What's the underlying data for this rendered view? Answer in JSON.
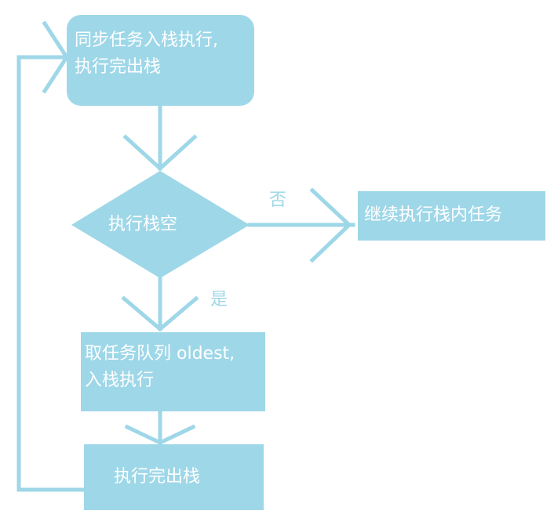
{
  "colors": {
    "fill": "#9ed7e8",
    "stroke": "#9ed7e8",
    "text_on_fill": "#ffffff"
  },
  "nodes": {
    "start": "同步任务入栈执行,\n执行完出栈",
    "decision": "执行栈空",
    "continue": "继续执行栈内任务",
    "take_task": "取任务队列 oldest,\n入栈执行",
    "finish": "执行完出栈"
  },
  "edges": {
    "no_label": "否",
    "yes_label": "是"
  }
}
